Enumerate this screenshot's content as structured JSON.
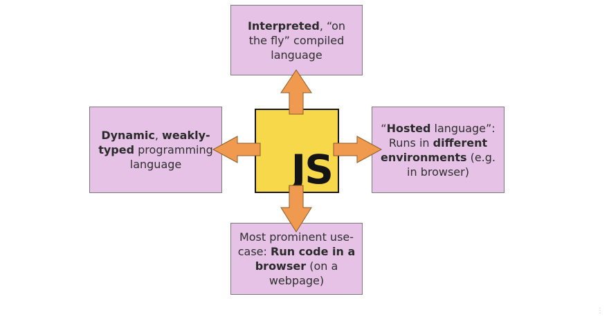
{
  "diagram": {
    "center_logo": {
      "text": "JS",
      "background": "#f7d84a",
      "border": "#141414"
    },
    "box_color": "#e6c3e6",
    "arrow_color": "#ef9a4e",
    "boxes": {
      "top": {
        "bold1": "Interpreted",
        "text1": ", “on the fly” compiled language"
      },
      "left": {
        "bold1": "Dynamic",
        "text1": ", ",
        "bold2": "weakly-typed",
        "text2": " programming language"
      },
      "right": {
        "text0": "“",
        "bold1": "Hosted",
        "text1": " language”: Runs in ",
        "bold2": "different environments",
        "text2": " (e.g. in browser)"
      },
      "bottom": {
        "text0": "Most prominent use-case: ",
        "bold1": "Run code in a browser",
        "text1": " (on a webpage)"
      }
    }
  }
}
